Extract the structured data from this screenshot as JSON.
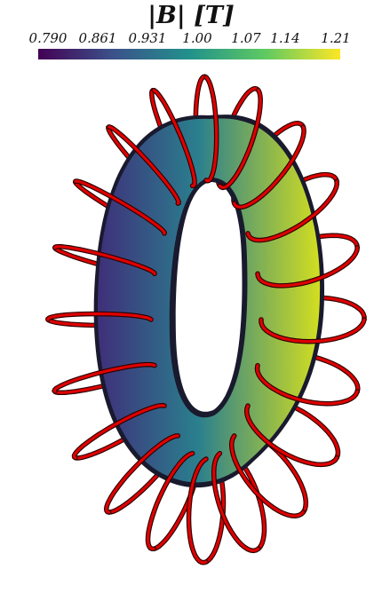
{
  "colorbar": {
    "title": "|B| [T]",
    "ticks": [
      "0.790",
      "0.861",
      "0.931",
      "1.00",
      "1.07",
      "1.14",
      "1.21"
    ],
    "colors": [
      "#440154",
      "#3b528b",
      "#21918c",
      "#5ec962",
      "#fde725"
    ]
  },
  "scene": {
    "coil_color": "#e00000",
    "coil_count": 20,
    "surface_low_color": "#3f2f7a",
    "surface_high_color": "#d2de20"
  }
}
